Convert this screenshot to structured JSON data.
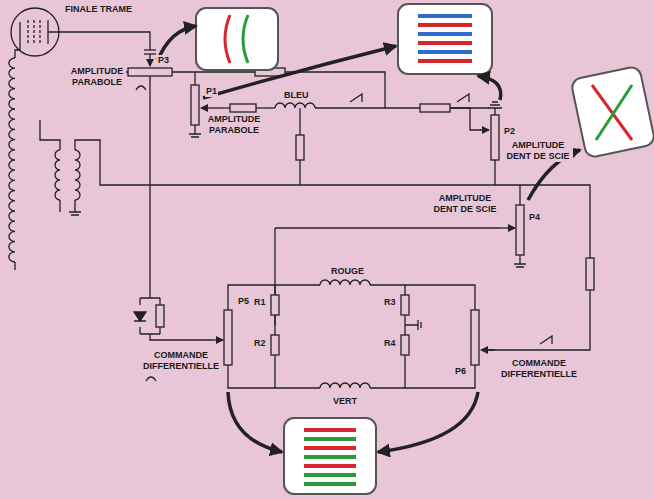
{
  "diagram": {
    "labels": [
      "FINALE TRAME",
      "P3",
      "AMPLITUDE PARABOLE",
      "P1",
      "AMPLITUDE PARABOLE",
      "BLEU",
      "P2",
      "AMPLITUDE DENT DE SCIE",
      "AMPLITUDE DENT DE SCIE",
      "P4",
      "ROUGE",
      "R1",
      "R2",
      "R3",
      "R4",
      "P5",
      "COMMANDE DIFFERENTIELLE",
      "P6",
      "COMMANDE DIFFERENTIELLE",
      "VERT"
    ]
  }
}
